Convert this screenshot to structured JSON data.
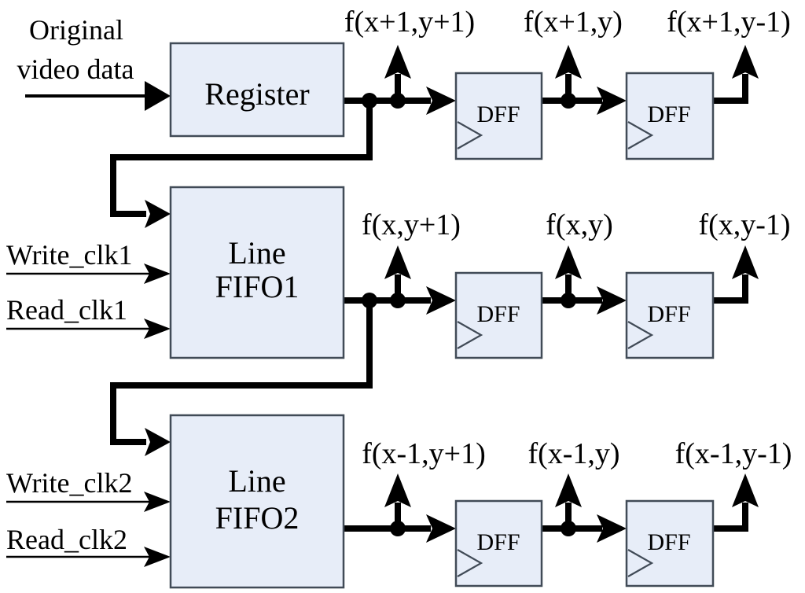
{
  "diagram": {
    "inputs": {
      "original_video_data": {
        "line1": "Original",
        "line2": "video data"
      },
      "write_clk1": "Write_clk1",
      "read_clk1": "Read_clk1",
      "write_clk2": "Write_clk2",
      "read_clk2": "Read_clk2"
    },
    "blocks": {
      "register": "Register",
      "fifo1": {
        "line1": "Line",
        "line2": "FIFO1"
      },
      "fifo2": {
        "line1": "Line",
        "line2": "FIFO2"
      },
      "dff": "DFF"
    },
    "outputs": {
      "row1": [
        "f(x+1,y+1)",
        "f(x+1,y)",
        "f(x+1,y-1)"
      ],
      "row2": [
        "f(x,y+1)",
        "f(x,y)",
        "f(x,y-1)"
      ],
      "row3": [
        "f(x-1,y+1)",
        "f(x-1,y)",
        "f(x-1,y-1)"
      ]
    },
    "colors": {
      "block_fill": "#e7edf8",
      "block_border": "#414b57",
      "wire": "#000000",
      "text": "#000000",
      "background": "#ffffff"
    }
  }
}
